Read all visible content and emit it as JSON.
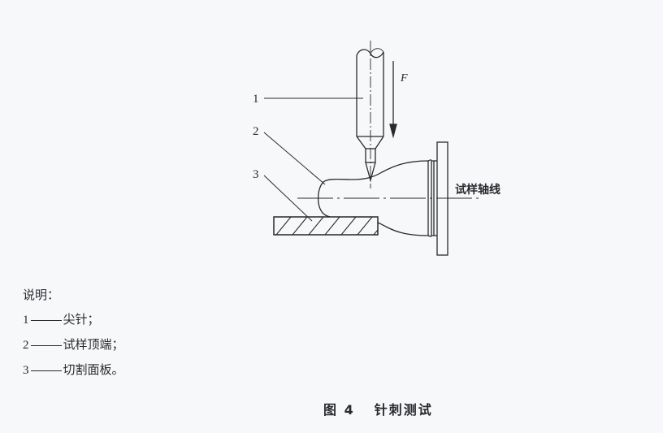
{
  "figure": {
    "labels": {
      "part_1": "1",
      "part_2": "2",
      "part_3": "3",
      "force": "F",
      "axis": "试样轴线"
    }
  },
  "legend": {
    "title": "说明：",
    "items": [
      {
        "num": "1",
        "text": "尖针；"
      },
      {
        "num": "2",
        "text": "试样顶端；"
      },
      {
        "num": "3",
        "text": "切割面板。"
      }
    ]
  },
  "caption": {
    "figure_number": "图 4",
    "title": "针刺测试"
  }
}
